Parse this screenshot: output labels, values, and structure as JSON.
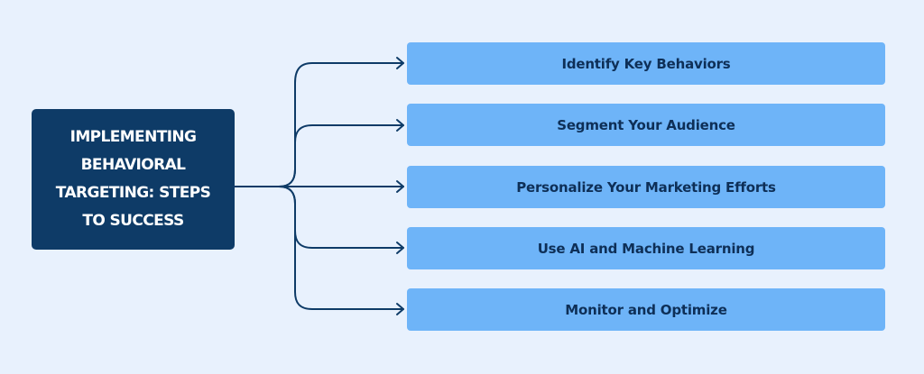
{
  "colors": {
    "background": "#e8f1fd",
    "root_box": "#0e3b67",
    "root_text": "#ffffff",
    "step_box": "#6eb4f8",
    "step_text": "#0e2f57",
    "connector": "#0e3b67"
  },
  "root": {
    "title": "IMPLEMENTING BEHAVIORAL TARGETING: STEPS TO SUCCESS"
  },
  "steps": [
    {
      "label": "Identify Key Behaviors"
    },
    {
      "label": "Segment Your Audience"
    },
    {
      "label": "Personalize Your Marketing Efforts"
    },
    {
      "label": "Use AI and Machine Learning"
    },
    {
      "label": "Monitor and Optimize"
    }
  ]
}
